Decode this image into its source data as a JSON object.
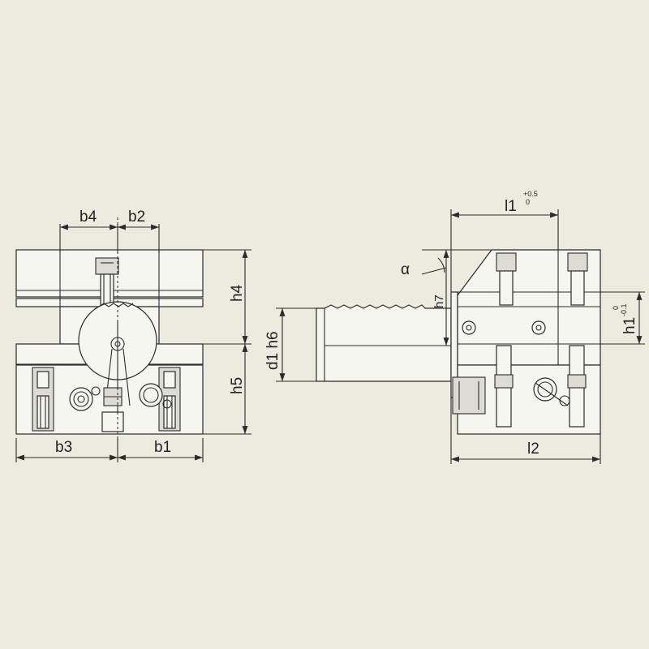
{
  "drawing": {
    "front_view": {
      "labels": {
        "b4": "b4",
        "b2": "b2",
        "b3": "b3",
        "b1": "b1",
        "h4": "h4",
        "h5": "h5"
      }
    },
    "side_view": {
      "labels": {
        "l1": "l1",
        "l1_tol_upper": "+0.5",
        "l1_tol_lower": "0",
        "l2": "l2",
        "d1_h6": "d1 h6",
        "h7": "h7",
        "alpha": "α",
        "h1": "h1",
        "h1_tol_upper": "0",
        "h1_tol_lower": "-0.1"
      }
    }
  }
}
